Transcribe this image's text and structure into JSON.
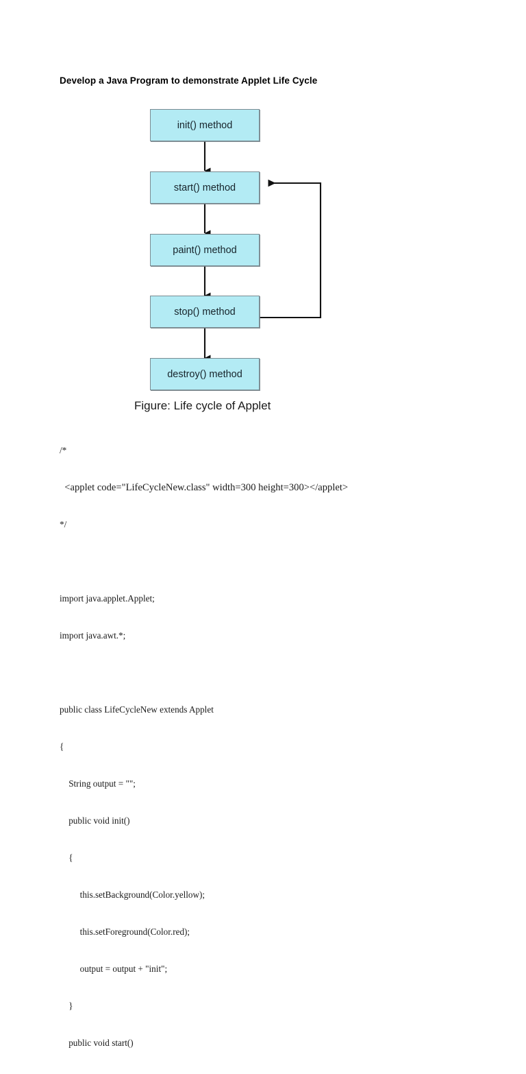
{
  "document": {
    "title": "Develop a Java Program to demonstrate Applet Life Cycle"
  },
  "figure": {
    "caption": "Figure: Life cycle of Applet",
    "nodes": [
      {
        "id": "init",
        "label": "init() method"
      },
      {
        "id": "start",
        "label": "start() method"
      },
      {
        "id": "paint",
        "label": "paint() method"
      },
      {
        "id": "stop",
        "label": "stop() method"
      },
      {
        "id": "destroy",
        "label": "destroy() method"
      }
    ],
    "edges": [
      {
        "from": "init",
        "to": "start",
        "type": "straight-down"
      },
      {
        "from": "start",
        "to": "paint",
        "type": "straight-down"
      },
      {
        "from": "paint",
        "to": "stop",
        "type": "straight-down"
      },
      {
        "from": "stop",
        "to": "destroy",
        "type": "straight-down"
      },
      {
        "from": "stop",
        "to": "start",
        "type": "feedback-loop-right"
      }
    ],
    "colors": {
      "box_fill": "#b3ebf4",
      "box_border": "#7a8b92",
      "arrow": "#111111"
    }
  },
  "code": {
    "lines": [
      "/*",
      "  <applet code=\"LifeCycleNew.class\" width=300 height=300></applet>",
      "*/",
      "",
      "import java.applet.Applet;",
      "import java.awt.*;",
      "",
      "public class LifeCycleNew extends Applet",
      "{",
      "    String output = \"\";",
      "    public void init()",
      "    {",
      "         this.setBackground(Color.yellow);",
      "         this.setForeground(Color.red);",
      "         output = output + \"init\";",
      "    }",
      "    public void start()"
    ]
  }
}
